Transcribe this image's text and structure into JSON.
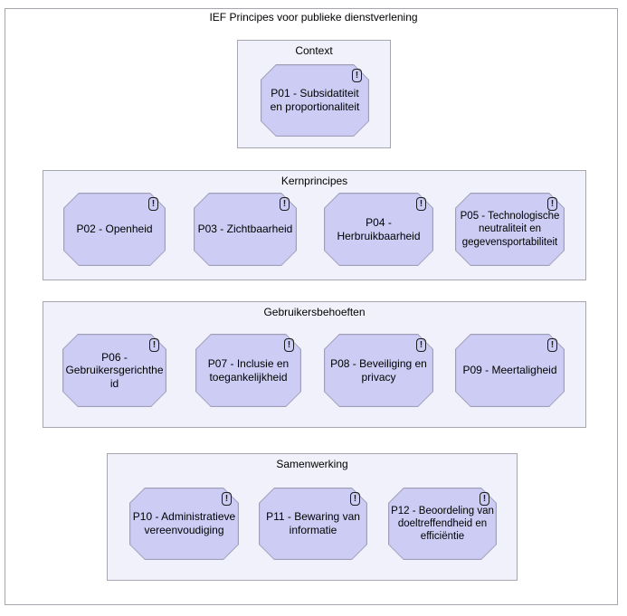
{
  "diagram_title": "IEF Principes voor publieke dienstverlening",
  "icon_glyph": "!",
  "colors": {
    "principle_fill": "#ccccf4",
    "principle_border": "#9f9fb9",
    "group_fill": "#f1f1fb",
    "group_border": "#a6a6ae",
    "canvas_border": "#a6a6ae",
    "text": "#000000"
  },
  "groups": [
    {
      "label": "Context",
      "principles": [
        {
          "id": "P01",
          "label": "P01 - Subsidatiteit en proportionaliteit"
        }
      ]
    },
    {
      "label": "Kernprincipes",
      "principles": [
        {
          "id": "P02",
          "label": "P02 - Openheid"
        },
        {
          "id": "P03",
          "label": "P03 - Zichtbaarheid"
        },
        {
          "id": "P04",
          "label": "P04 - Herbruikbaarheid"
        },
        {
          "id": "P05",
          "label": "P05 - Technologische neutraliteit en gegevensportabiliteit"
        }
      ]
    },
    {
      "label": "Gebruikersbehoeften",
      "principles": [
        {
          "id": "P06",
          "label": "P06 - Gebruikersgerichtheid"
        },
        {
          "id": "P07",
          "label": "P07 - Inclusie en toegankelijkheid"
        },
        {
          "id": "P08",
          "label": "P08 - Beveiliging en privacy"
        },
        {
          "id": "P09",
          "label": "P09 - Meertaligheid"
        }
      ]
    },
    {
      "label": "Samenwerking",
      "principles": [
        {
          "id": "P10",
          "label": "P10 - Administratieve vereenvoudiging"
        },
        {
          "id": "P11",
          "label": "P11 - Bewaring van informatie"
        },
        {
          "id": "P12",
          "label": "P12 - Beoordeling van doeltreffendheid en efficiëntie"
        }
      ]
    }
  ]
}
